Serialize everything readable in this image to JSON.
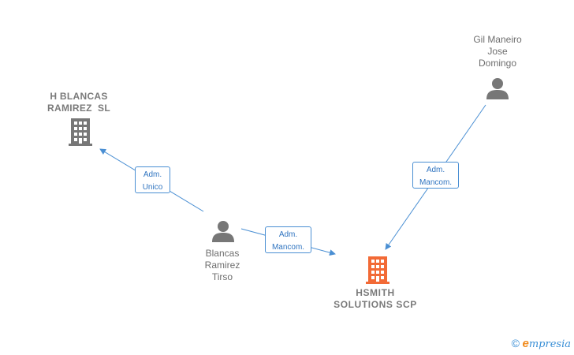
{
  "nodes": {
    "h_blancas": {
      "line1": "H BLANCAS",
      "line2": "RAMIREZ  SL"
    },
    "gil_maneiro": {
      "line1": "Gil Maneiro",
      "line2": "Jose",
      "line3": "Domingo"
    },
    "blancas_ramirez": {
      "line1": "Blancas",
      "line2": "Ramirez",
      "line3": "Tirso"
    },
    "hsmith": {
      "line1": "HSMITH",
      "line2": "SOLUTIONS SCP"
    }
  },
  "edges": {
    "e1": {
      "line1": "Adm.",
      "line2": "Unico"
    },
    "e2": {
      "line1": "Adm.",
      "line2": "Mancom."
    },
    "e3": {
      "line1": "Adm.",
      "line2": "Mancom."
    }
  },
  "colors": {
    "edge": "#4a8fd3",
    "person_icon": "#777777",
    "company_icon": "#777777",
    "main_company_icon": "#f26a36"
  },
  "footer": {
    "copyright": "©",
    "brand_first": "e",
    "brand_rest": "mpresia"
  }
}
